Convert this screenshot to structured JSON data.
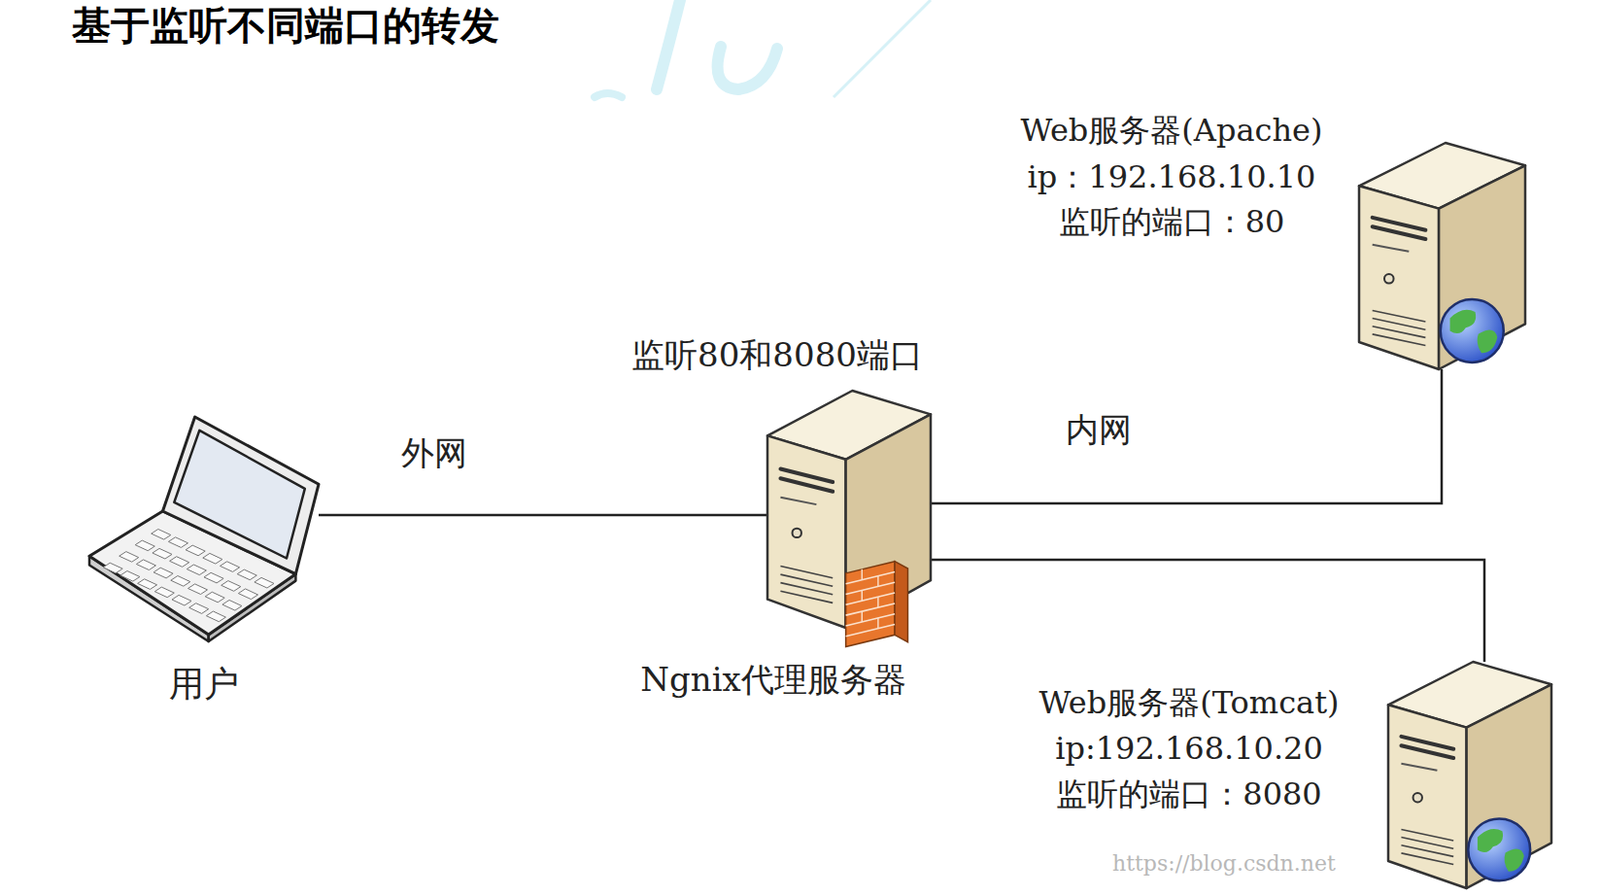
{
  "diagram": {
    "title": "基于监听不同端口的转发",
    "nodes": [
      {
        "text": [
          "用户"
        ]
      },
      {
        "text": [
          "监听80和8080端口",
          "Ngnix代理服务器"
        ]
      },
      {
        "text": [
          "Web服务器(Apache)",
          "ip：192.168.10.10",
          "监听的端口：80"
        ]
      },
      {
        "text": [
          "Web服务器(Tomcat)",
          "ip:192.168.10.20",
          "监听的端口：8080"
        ]
      }
    ],
    "edges": [
      {
        "from": 0,
        "to": 1,
        "arrow": "none",
        "label": "外网"
      },
      {
        "from": 1,
        "to": 2,
        "arrow": "none",
        "label": "内网"
      },
      {
        "from": 1,
        "to": 3,
        "arrow": "none"
      }
    ],
    "labels": [
      "https://blog.csdn.net"
    ]
  }
}
